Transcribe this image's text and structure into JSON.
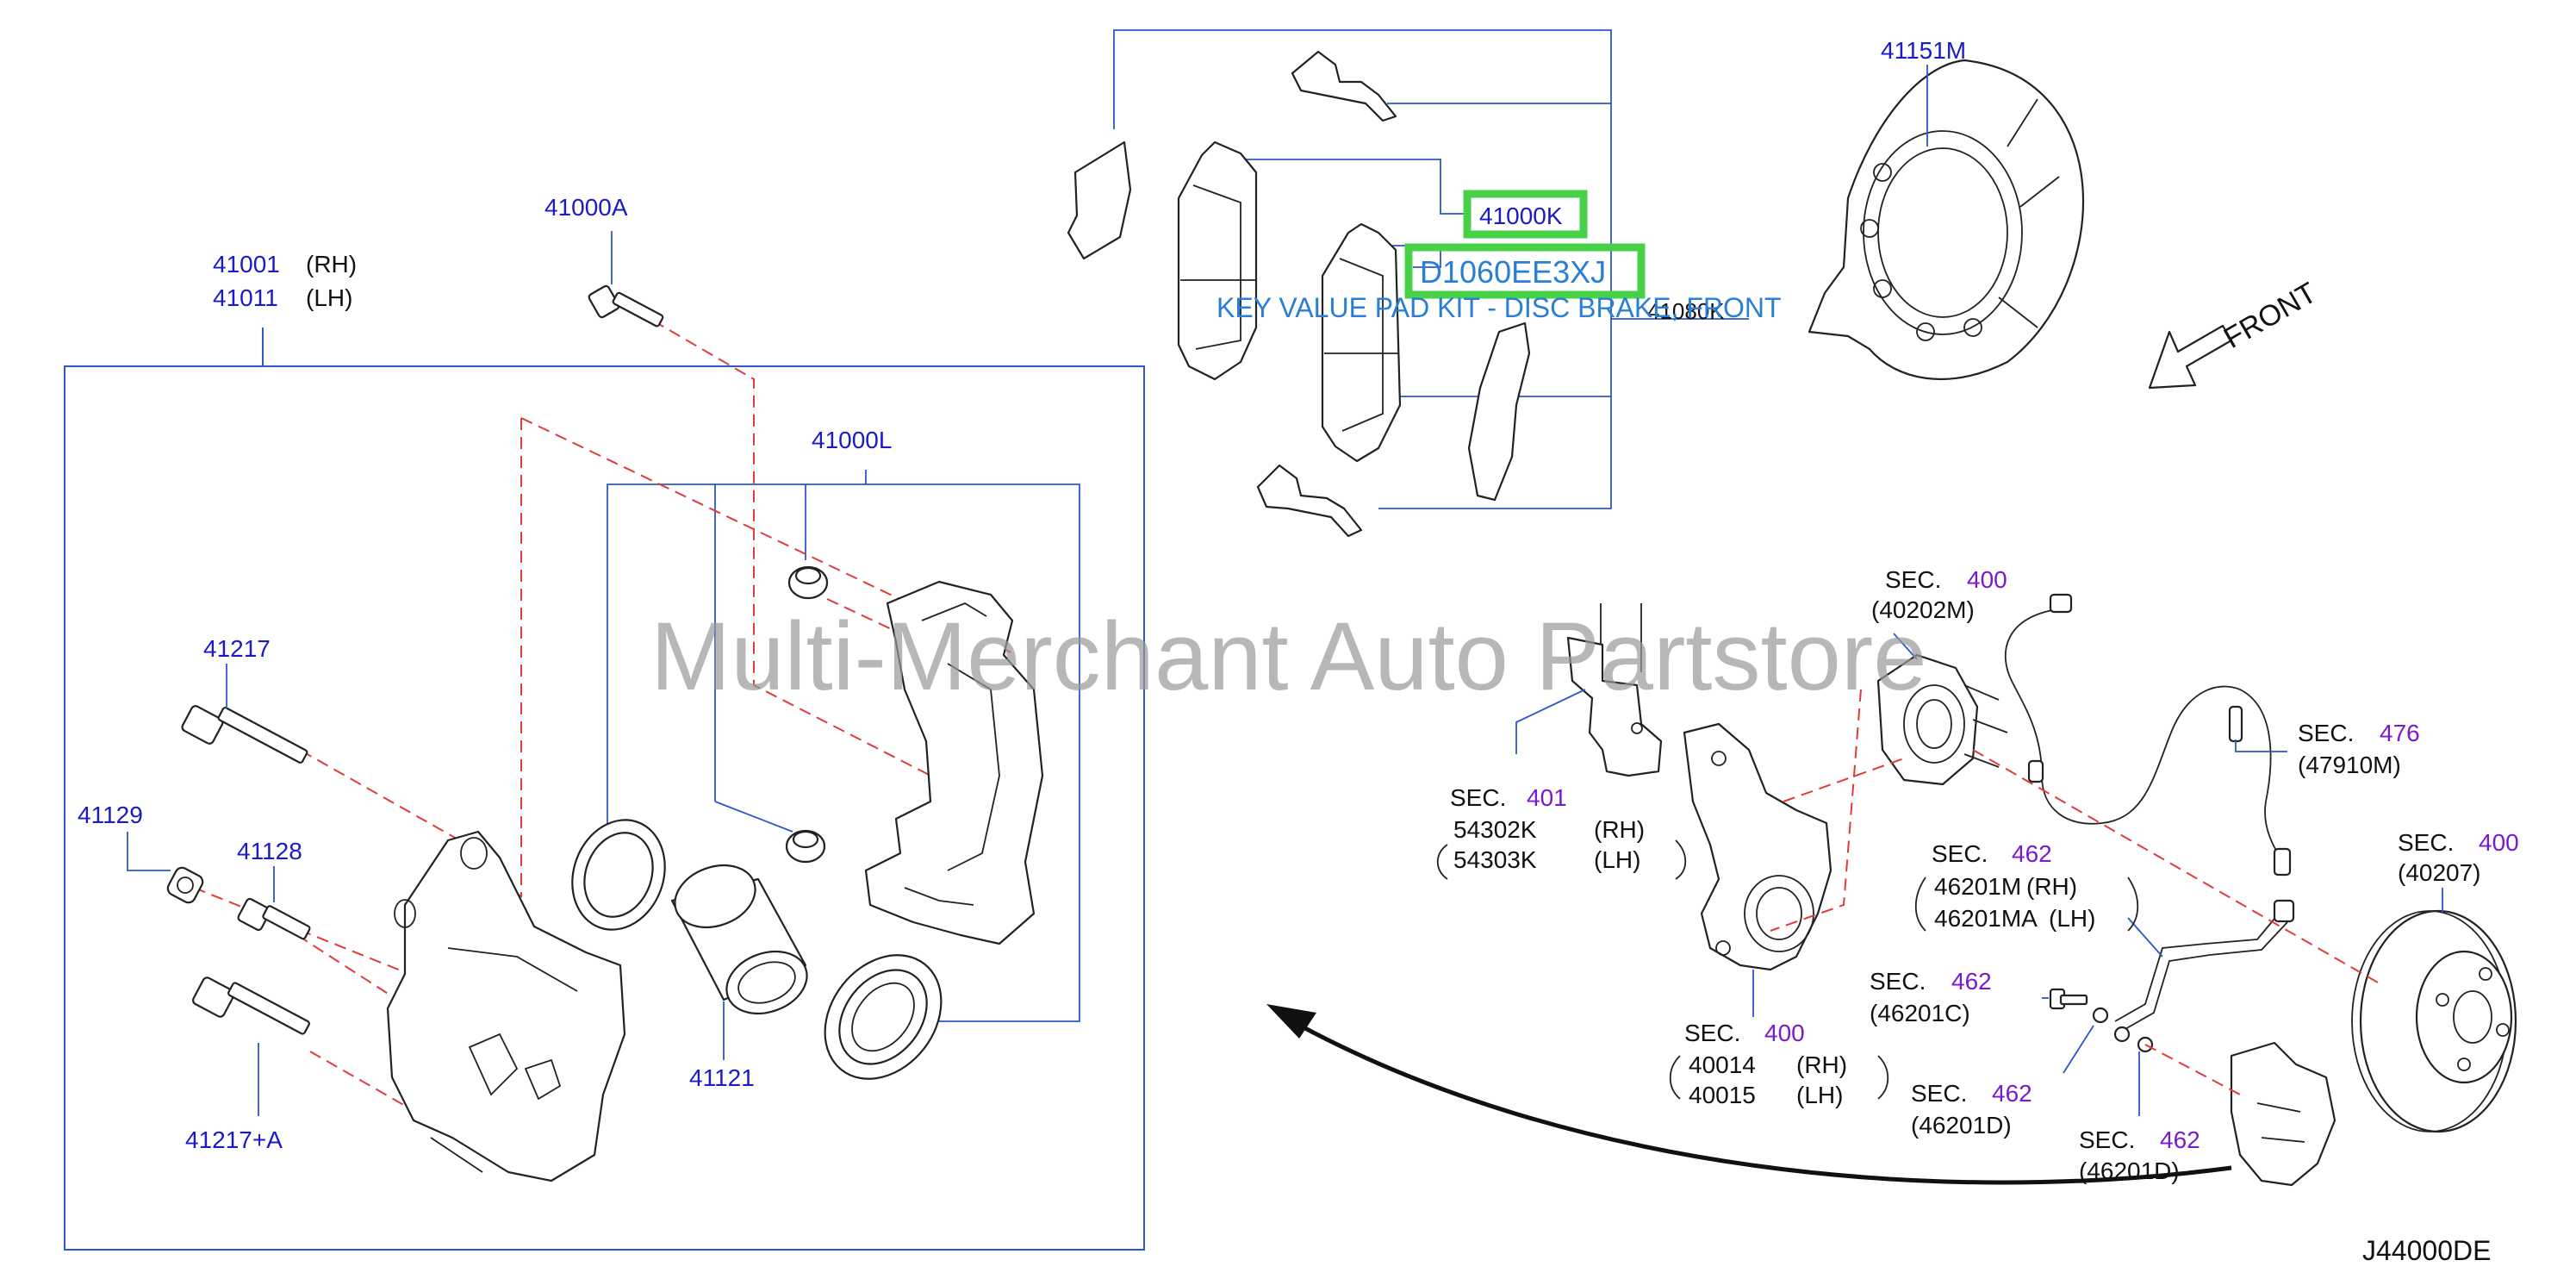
{
  "watermark": "Multi-Merchant Auto Partstore",
  "diagram_id": "J44000DE",
  "front_label": "FRONT",
  "highlight": {
    "part": "41000K",
    "oem": "D1060EE3XJ",
    "description": "KEY VALUE PAD KIT - DISC BRAKE, FRONT",
    "overlap_text": "41080K"
  },
  "labels": {
    "p41151M": "41151M",
    "p41000A": "41000A",
    "p41001": "41001",
    "p41011": "41011",
    "rh": "(RH)",
    "lh": "(LH)",
    "p41000L": "41000L",
    "p41217": "41217",
    "p41129": "41129",
    "p41128": "41128",
    "p41121": "41121",
    "p41217A": "41217+A",
    "sec": "SEC.",
    "s400": "400",
    "s401": "401",
    "s462": "462",
    "s476": "476",
    "p40202M": "(40202M)",
    "p47910M": "(47910M)",
    "p40207": "(40207)",
    "p54302K": "54302K",
    "p54303K": "54303K",
    "p46201M": "46201M",
    "p46201MA": "46201MA",
    "p46201C": "(46201C)",
    "p46201D_a": "(46201D)",
    "p46201D_b": "(46201D)",
    "p40014": "40014",
    "p40015": "40015"
  },
  "colors": {
    "label_blue": "#1a1ac8",
    "section_purple": "#7a1ad0",
    "leader_blue": "#2d57c8",
    "dash_red": "#e23a3a",
    "highlight_green": "#47d147",
    "overlay_blue": "#2a7fd4"
  }
}
